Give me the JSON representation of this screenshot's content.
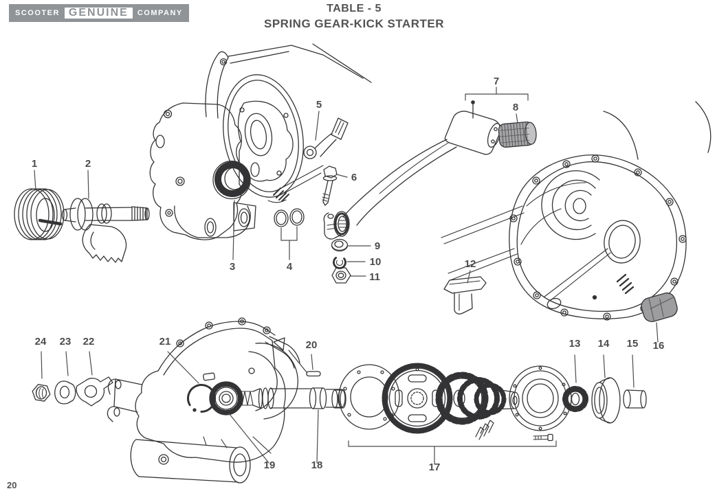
{
  "brand_badge": {
    "left": "SCOOTER",
    "center": "GENUINE",
    "right": "COMPANY"
  },
  "title": {
    "line1": "TABLE - 5",
    "line2": "SPRING GEAR-KICK STARTER"
  },
  "footer": {
    "page_number": "20"
  },
  "colors": {
    "line_art": "#333335",
    "label_text": "#4b4b4d",
    "title_text": "#525254",
    "badge_gray": "#909497",
    "rubber_gray": "#a5a5a7",
    "rubber_face_gray": "#c2c2c4",
    "rubber_pad_gray": "#9d9da0",
    "background": "#ffffff"
  },
  "parts": [
    {
      "label": "1"
    },
    {
      "label": "2"
    },
    {
      "label": "3"
    },
    {
      "label": "4"
    },
    {
      "label": "5"
    },
    {
      "label": "6"
    },
    {
      "label": "7"
    },
    {
      "label": "8"
    },
    {
      "label": "9"
    },
    {
      "label": "10"
    },
    {
      "label": "11"
    },
    {
      "label": "12"
    },
    {
      "label": "13"
    },
    {
      "label": "14"
    },
    {
      "label": "15"
    },
    {
      "label": "16"
    },
    {
      "label": "17"
    },
    {
      "label": "18"
    },
    {
      "label": "19"
    },
    {
      "label": "20"
    },
    {
      "label": "21"
    },
    {
      "label": "22"
    },
    {
      "label": "23"
    },
    {
      "label": "24"
    }
  ]
}
